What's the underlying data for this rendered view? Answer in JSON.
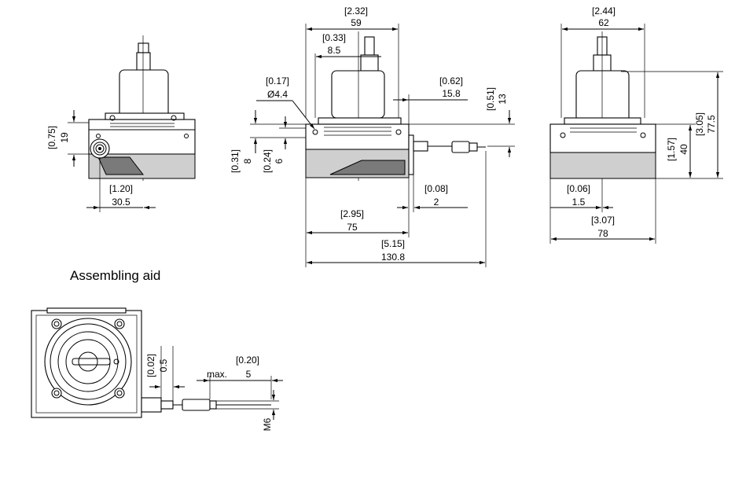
{
  "title": "Assembling aid",
  "dims": {
    "d59_in": "[2.32]",
    "d59_mm": "59",
    "d85_in": "[0.33]",
    "d85_mm": "8.5",
    "d62_in": "[2.44]",
    "d62_mm": "62",
    "d44_in": "[0.17]",
    "d44_mm": "Ø4.4",
    "d158_in": "[0.62]",
    "d158_mm": "15.8",
    "d13_in": "[0.51]",
    "d13_mm": "13",
    "d775_in": "[3.05]",
    "d775_mm": "77.5",
    "d19_in": "[0.75]",
    "d19_mm": "19",
    "d8_in": "[0.31]",
    "d8_mm": "8",
    "d6_in": "[0.24]",
    "d6_mm": "6",
    "d40_in": "[1.57]",
    "d40_mm": "40",
    "d305_in": "[1.20]",
    "d305_mm": "30.5",
    "d2_in": "[0.08]",
    "d2_mm": "2",
    "d15_in": "[0.06]",
    "d15_mm": "1.5",
    "d75_in": "[2.95]",
    "d75_mm": "75",
    "d78_in": "[3.07]",
    "d78_mm": "78",
    "d1308_in": "[5.15]",
    "d1308_mm": "130.8",
    "d05_in": "[0.02]",
    "d05_mm": "0.5",
    "d5_in": "[0.20]",
    "d5_mm": "5",
    "d5_max": "max.",
    "m6": "M6"
  }
}
